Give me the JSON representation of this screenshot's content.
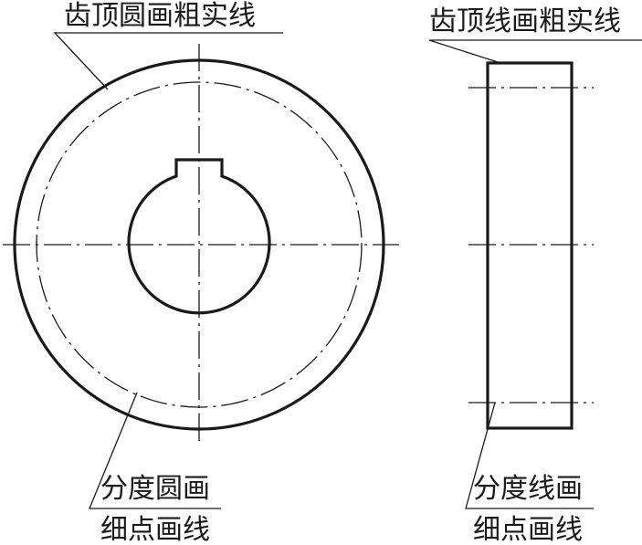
{
  "front_view": {
    "label_tip_circle": "齿顶圆画粗实线",
    "label_pitch_line1": "分度圆画",
    "label_pitch_line2": "细点画线"
  },
  "side_view": {
    "label_tip_line": "齿顶线画粗实线",
    "label_pitch_line1": "分度线画",
    "label_pitch_line2": "细点画线"
  }
}
